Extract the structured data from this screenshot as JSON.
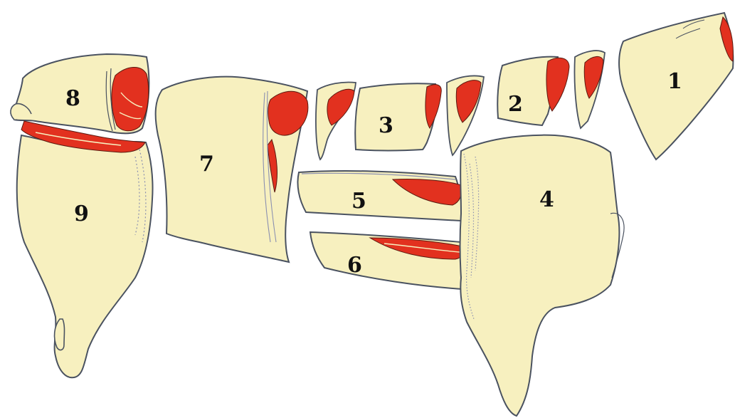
{
  "colors": {
    "fat": "#f7f0bf",
    "meat": "#e2311f",
    "outline": "#4a5260",
    "shade": "#8a8fb0"
  },
  "cuts": [
    {
      "id": "cut-1",
      "label": "1"
    },
    {
      "id": "cut-2",
      "label": "2"
    },
    {
      "id": "cut-3",
      "label": "3"
    },
    {
      "id": "cut-4",
      "label": "4"
    },
    {
      "id": "cut-5",
      "label": "5"
    },
    {
      "id": "cut-6",
      "label": "6"
    },
    {
      "id": "cut-7",
      "label": "7"
    },
    {
      "id": "cut-8",
      "label": "8"
    },
    {
      "id": "cut-9",
      "label": "9"
    }
  ]
}
